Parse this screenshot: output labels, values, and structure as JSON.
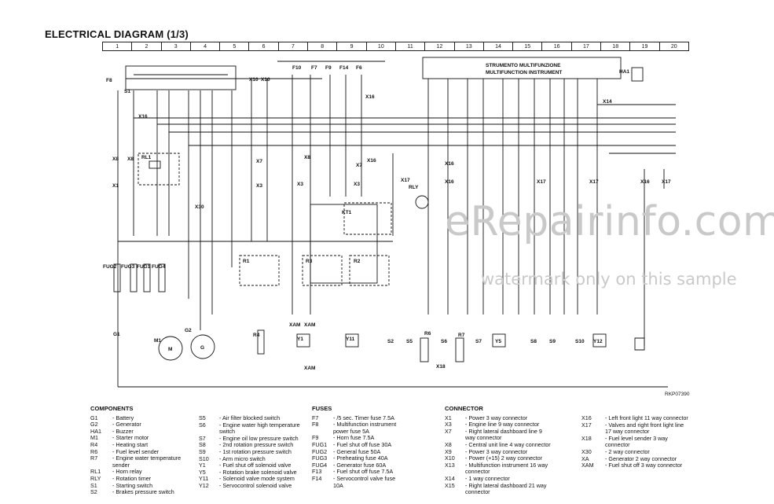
{
  "title": "ELECTRICAL DIAGRAM (1/3)",
  "grid_columns": [
    "1",
    "2",
    "3",
    "4",
    "5",
    "6",
    "7",
    "8",
    "9",
    "10",
    "11",
    "12",
    "13",
    "14",
    "15",
    "16",
    "17",
    "18",
    "19",
    "20"
  ],
  "instrument": {
    "line1": "STRUMENTO MULTIFUNZIONE",
    "line2": "MULTIFUNCTION INSTRUMENT"
  },
  "watermark": {
    "main": "eRepairinfo.com",
    "sub": "watermark only on this sample"
  },
  "ref_code": "RKP07390",
  "diagram_labels": {
    "S1": "S1",
    "F8": "F8",
    "X10a": "X10",
    "X10b": "X10",
    "F10": "F10",
    "F7": "F7",
    "F9": "F9",
    "F14": "F14",
    "F6": "F6",
    "X16top": "X16",
    "HA1": "HA1",
    "X14": "X14",
    "X16a": "X16",
    "RL1": "RL1",
    "X8a": "X8",
    "X8b": "X8",
    "X1": "X1",
    "X30": "X30",
    "X7a": "X7",
    "X3a": "X3",
    "X8c": "X8",
    "X3b": "X3",
    "X7b": "X7",
    "X3c": "X3",
    "X16b": "X16",
    "RLY": "RLY",
    "X17a": "X17",
    "KT1": "KT1",
    "X16c": "X16",
    "X16d": "X16",
    "X17b": "X17",
    "X17c": "X17",
    "X16e": "X16",
    "X17d": "X17",
    "FUG2": "FUG2",
    "FUG3": "FUG3",
    "FUG1": "FUG1",
    "FUG4": "FUG4",
    "R1": "R1",
    "R3": "R3",
    "R2": "R2",
    "G1": "G1",
    "M1": "M1",
    "G2": "G2",
    "M": "M",
    "G": "G",
    "R4": "R4",
    "XAMa": "XAM",
    "XAMb": "XAM",
    "XAMc": "XAM",
    "Y1": "Y1",
    "Y11": "Y11",
    "S2": "S2",
    "S5": "S5",
    "R6": "R6",
    "S6": "S6",
    "X18": "X18",
    "R7": "R7",
    "S7": "S7",
    "Y5": "Y5",
    "S8": "S8",
    "S9": "S9",
    "S10": "S10",
    "Y12": "Y12"
  },
  "components": {
    "heading": "COMPONENTS",
    "items": [
      {
        "k": "G1",
        "v": "- Battery"
      },
      {
        "k": "G2",
        "v": "- Generator"
      },
      {
        "k": "HA1",
        "v": "- Buzzer"
      },
      {
        "k": "M1",
        "v": "- Starter motor"
      },
      {
        "k": "R4",
        "v": "- Heating start"
      },
      {
        "k": "R6",
        "v": "- Fuel level sender"
      },
      {
        "k": "R7",
        "v": "- Engine water temperature sender"
      },
      {
        "k": "RL1",
        "v": "- Horn relay"
      },
      {
        "k": "RLY",
        "v": "- Rotation timer"
      },
      {
        "k": "S1",
        "v": "- Starting switch"
      },
      {
        "k": "S2",
        "v": "- Brakes pressure switch"
      }
    ]
  },
  "components2": {
    "items": [
      {
        "k": "S5",
        "v": "- Air filter blocked switch"
      },
      {
        "k": "S6",
        "v": "- Engine water high temperature switch"
      },
      {
        "k": "S7",
        "v": "- Engine oil low pressure switch"
      },
      {
        "k": "S8",
        "v": "- 2nd rotation pressure switch"
      },
      {
        "k": "S9",
        "v": "- 1st rotation pressure switch"
      },
      {
        "k": "S10",
        "v": "- Arm micro switch"
      },
      {
        "k": "Y1",
        "v": "- Fuel shut off solenoid valve"
      },
      {
        "k": "Y5",
        "v": "- Rotation brake solenoid valve"
      },
      {
        "k": "Y11",
        "v": "- Solenoid valve mode system"
      },
      {
        "k": "Y12",
        "v": "- Servocontrol solenoid valve"
      }
    ]
  },
  "fuses": {
    "heading": "FUSES",
    "items": [
      {
        "k": "F7",
        "v": "- /5 sec. Timer fuse 7.5A"
      },
      {
        "k": "F8",
        "v": "- Multifunction instrument power fuse 5A"
      },
      {
        "k": "F9",
        "v": "- Horn fuse 7.5A"
      },
      {
        "k": "FUG1",
        "v": "- Fuel shut off fuse 30A"
      },
      {
        "k": "FUG2",
        "v": "- General fuse 50A"
      },
      {
        "k": "FUG3",
        "v": "- Preheating fuse 40A"
      },
      {
        "k": "FUG4",
        "v": "- Generator fuse 60A"
      },
      {
        "k": "F13",
        "v": "- Fuel shut off fuse 7.5A"
      },
      {
        "k": "F14",
        "v": "- Servocontrol valve fuse 10A"
      }
    ]
  },
  "connector": {
    "heading": "CONNECTOR",
    "items": [
      {
        "k": "X1",
        "v": "- Power 3 way connector"
      },
      {
        "k": "X3",
        "v": "- Engine line 9 way connector"
      },
      {
        "k": "X7",
        "v": "- Right lateral dashboard line 9 way connector"
      },
      {
        "k": "X8",
        "v": "- Central unit line 4 way connector"
      },
      {
        "k": "X9",
        "v": "- Power 3 way connector"
      },
      {
        "k": "X10",
        "v": "- Power (+15) 2 way connector"
      },
      {
        "k": "X13",
        "v": "- Multifunction instrument 16 way connector"
      },
      {
        "k": "X14",
        "v": "- 1 way connector"
      },
      {
        "k": "X15",
        "v": "- Right lateral dashboard 21 way connector"
      }
    ]
  },
  "connector2": {
    "items": [
      {
        "k": "X16",
        "v": "- Left front light 11 way connector"
      },
      {
        "k": "X17",
        "v": "- Valves and right front light line 17 way connector"
      },
      {
        "k": "X18",
        "v": "- Fuel level sender 3 way connector"
      },
      {
        "k": "X30",
        "v": "- 2 way connector"
      },
      {
        "k": "XA",
        "v": "- Generator 2 way connector"
      },
      {
        "k": "XAM",
        "v": "- Fuel shut off 3 way connector"
      }
    ]
  }
}
